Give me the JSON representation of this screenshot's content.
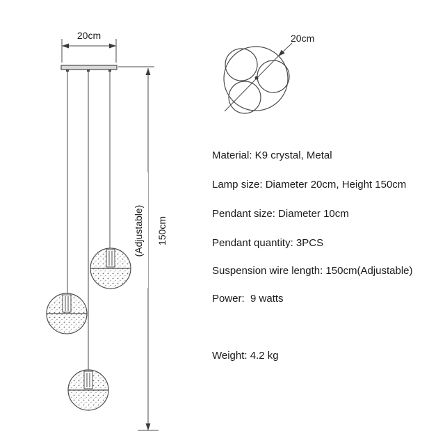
{
  "front_view": {
    "width_label": "20cm",
    "height_label": "150cm",
    "adjustable_label": "(Adjustable)",
    "pendant_count": 3
  },
  "top_view": {
    "diameter_label": "20cm",
    "circle_count": 3
  },
  "specs": [
    "Material: K9 crystal, Metal",
    "Lamp size: Diameter 20cm, Height 150cm",
    "Pendant size: Diameter 10cm",
    "Pendant quantity: 3PCS",
    "Suspension wire length: 150cm(Adjustable)",
    "Power:  9 watts",
    "Weight: 4.2 kg"
  ],
  "colors": {
    "line": "#4a4a4a",
    "text": "#1a1a1a",
    "plate_fill": "#d9d9d9",
    "background": "#ffffff"
  }
}
